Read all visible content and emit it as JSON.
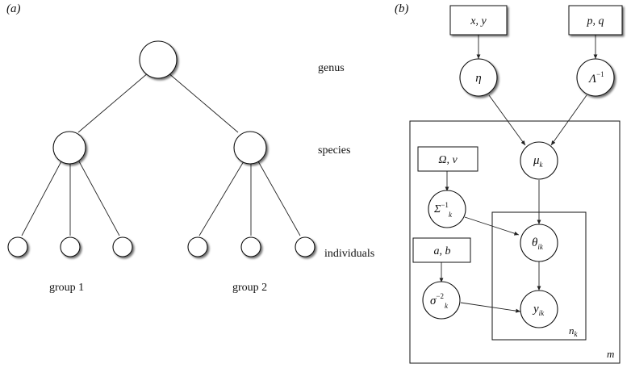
{
  "panel_a": {
    "label": "(a)",
    "level_labels": {
      "genus": "genus",
      "species": "species",
      "individuals": "individuals"
    },
    "group_labels": [
      "group 1",
      "group 2"
    ]
  },
  "panel_b": {
    "label": "(b)",
    "hyper_top_left": {
      "main": "x, y"
    },
    "hyper_top_right": {
      "main": "p, q"
    },
    "node_eta": {
      "main": "η"
    },
    "node_lambda": {
      "main": "Λ",
      "sup": "−1"
    },
    "node_mu": {
      "main": "μ",
      "sub": "k"
    },
    "hyper_omega": {
      "main": "Ω",
      "rest": ", ν"
    },
    "node_sigma_big": {
      "main": "Σ",
      "sup": "−1",
      "sub": "k"
    },
    "node_theta": {
      "main": "θ",
      "sub": "ik"
    },
    "hyper_ab": {
      "main": "a, b"
    },
    "node_sigma_small": {
      "main": "σ",
      "sup": "−2",
      "sub": "k"
    },
    "node_y": {
      "main": "y",
      "sub": "ik"
    },
    "plate_inner_label": {
      "main": "n",
      "sub": "k"
    },
    "plate_outer_label": "m"
  }
}
